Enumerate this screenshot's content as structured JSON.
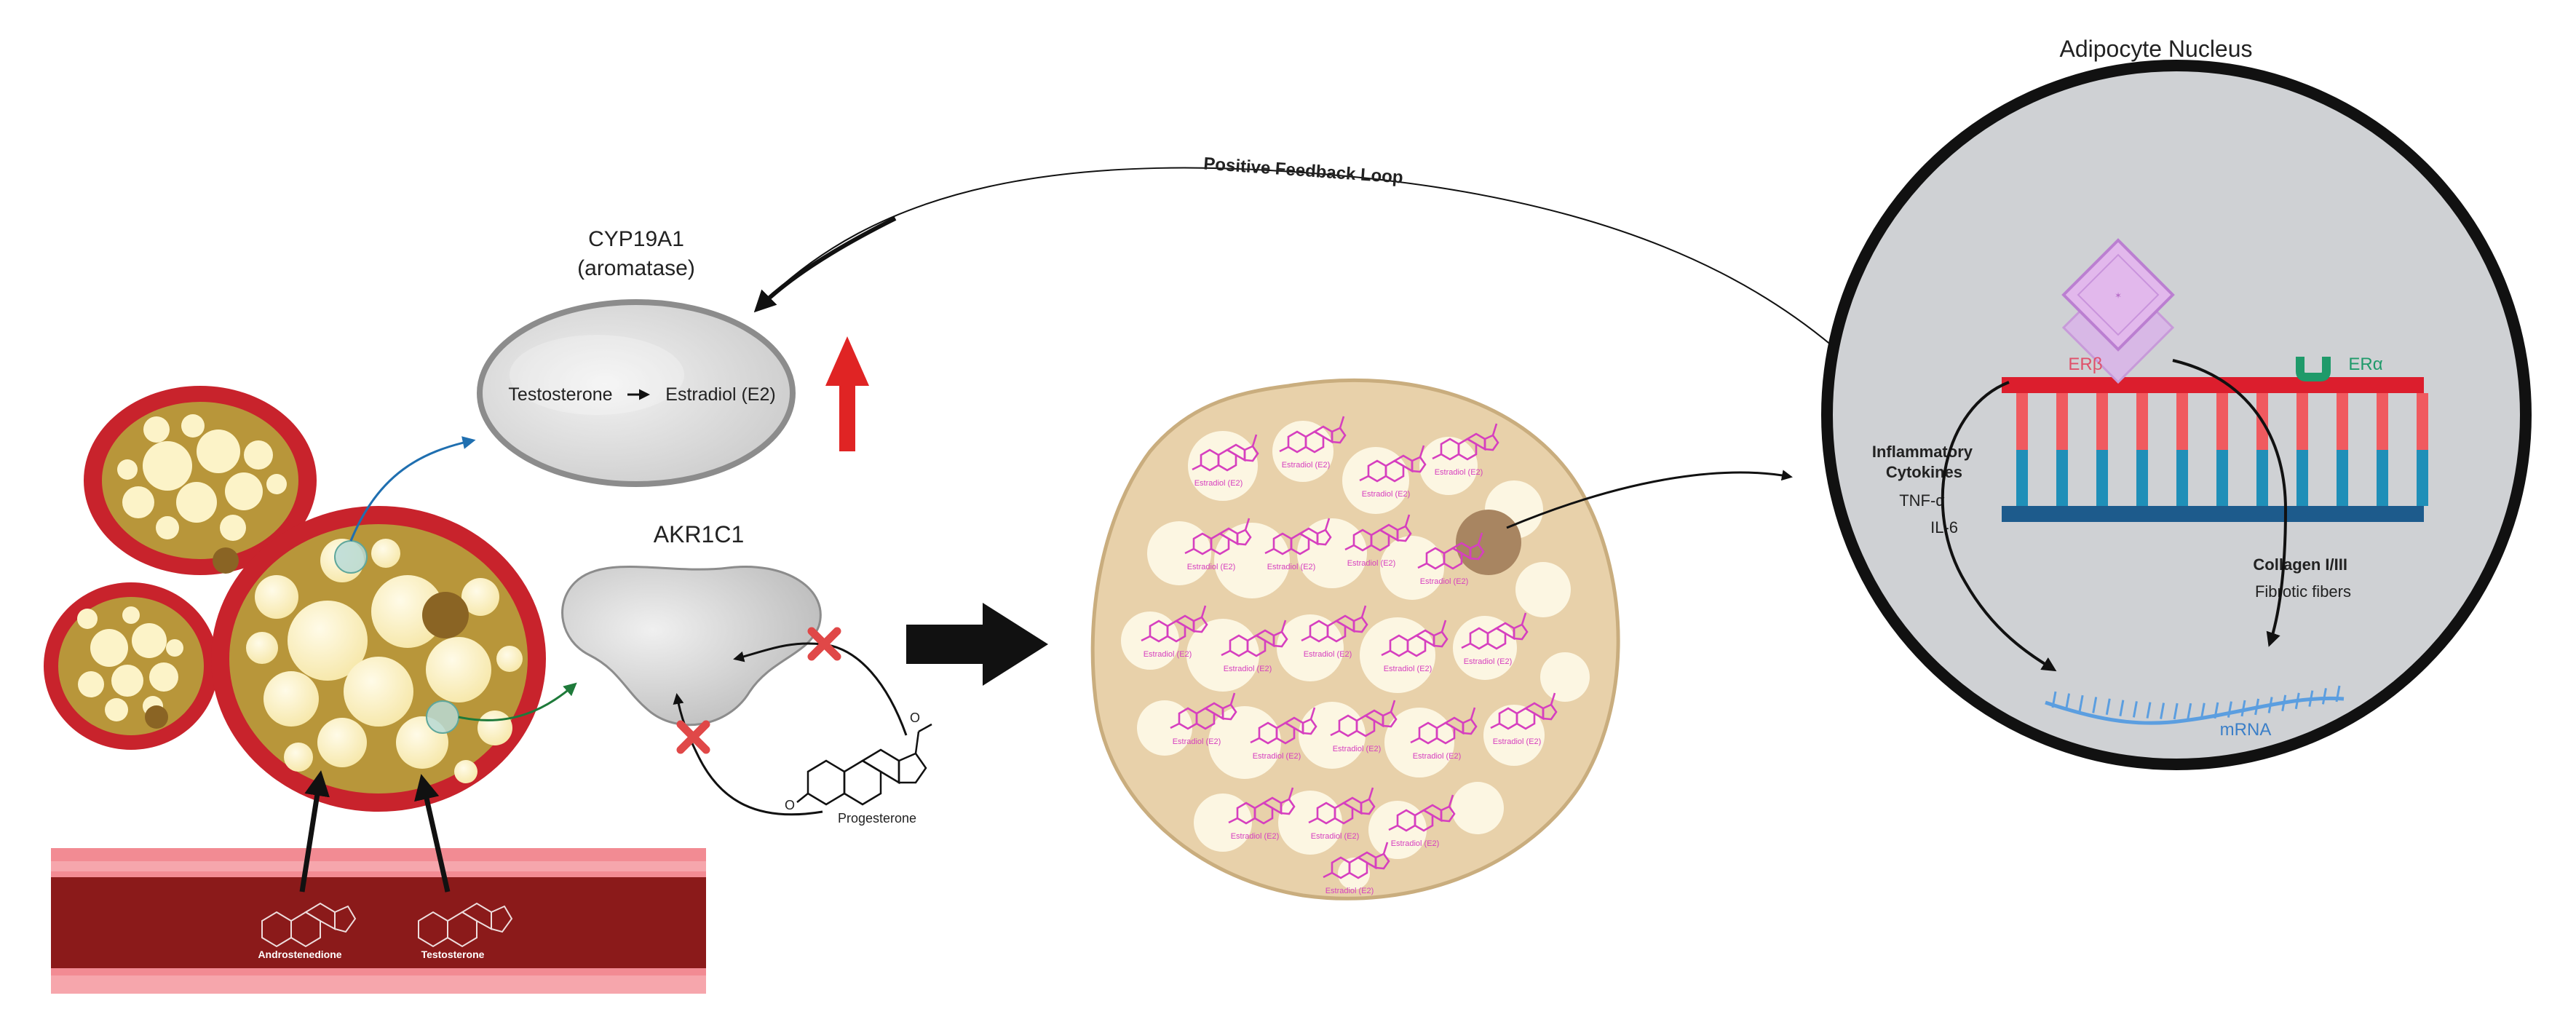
{
  "title": "Adipocyte Nucleus",
  "feedback_label": "Positive Feedback Loop",
  "enzymes": {
    "cyp19a1_name": "CYP19A1",
    "cyp19a1_alias": "(aromatase)",
    "reaction_substrate": "Testosterone",
    "reaction_product": "Estradiol (E2)",
    "akr1c1_name": "AKR1C1"
  },
  "molecules": {
    "progesterone": "Progesterone",
    "androstenedione": "Androstenedione",
    "testosterone": "Testosterone",
    "estradiol_label": "Estradiol (E2)"
  },
  "nucleus": {
    "er_beta": "ERβ",
    "er_alpha": "ERα",
    "cytokines_title_line1": "Inflammatory",
    "cytokines_title_line2": "Cytokines",
    "tnf": "TNF-α",
    "il6": "IL-6",
    "collagen": "Collagen I/III",
    "fibrotic": "Fibrotic fibers",
    "mrna": "mRNA"
  },
  "colors": {
    "vessel_dark": "#8b1a1a",
    "vessel_light": "#f06b75",
    "cell_border": "#c8232c",
    "cell_fill": "#b8963a",
    "lipid": "#fcf3c8",
    "estradiol_pink": "#d63fbf",
    "dna_red": "#f05a5f",
    "dna_blue": "#1f8fb8",
    "backbone_red": "#dc1e2d",
    "backbone_blue": "#1d5b8c",
    "mrna_blue": "#5b9ee0",
    "er_alpha_green": "#1f9a6a",
    "upregulation_arrow": "#e02424",
    "nucleus_fill": "#cfd1d4"
  },
  "icons": [
    "inhibition-x-icon",
    "upregulation-arrow-icon",
    "estrogen-receptor-icon",
    "process-arrow-icon"
  ]
}
